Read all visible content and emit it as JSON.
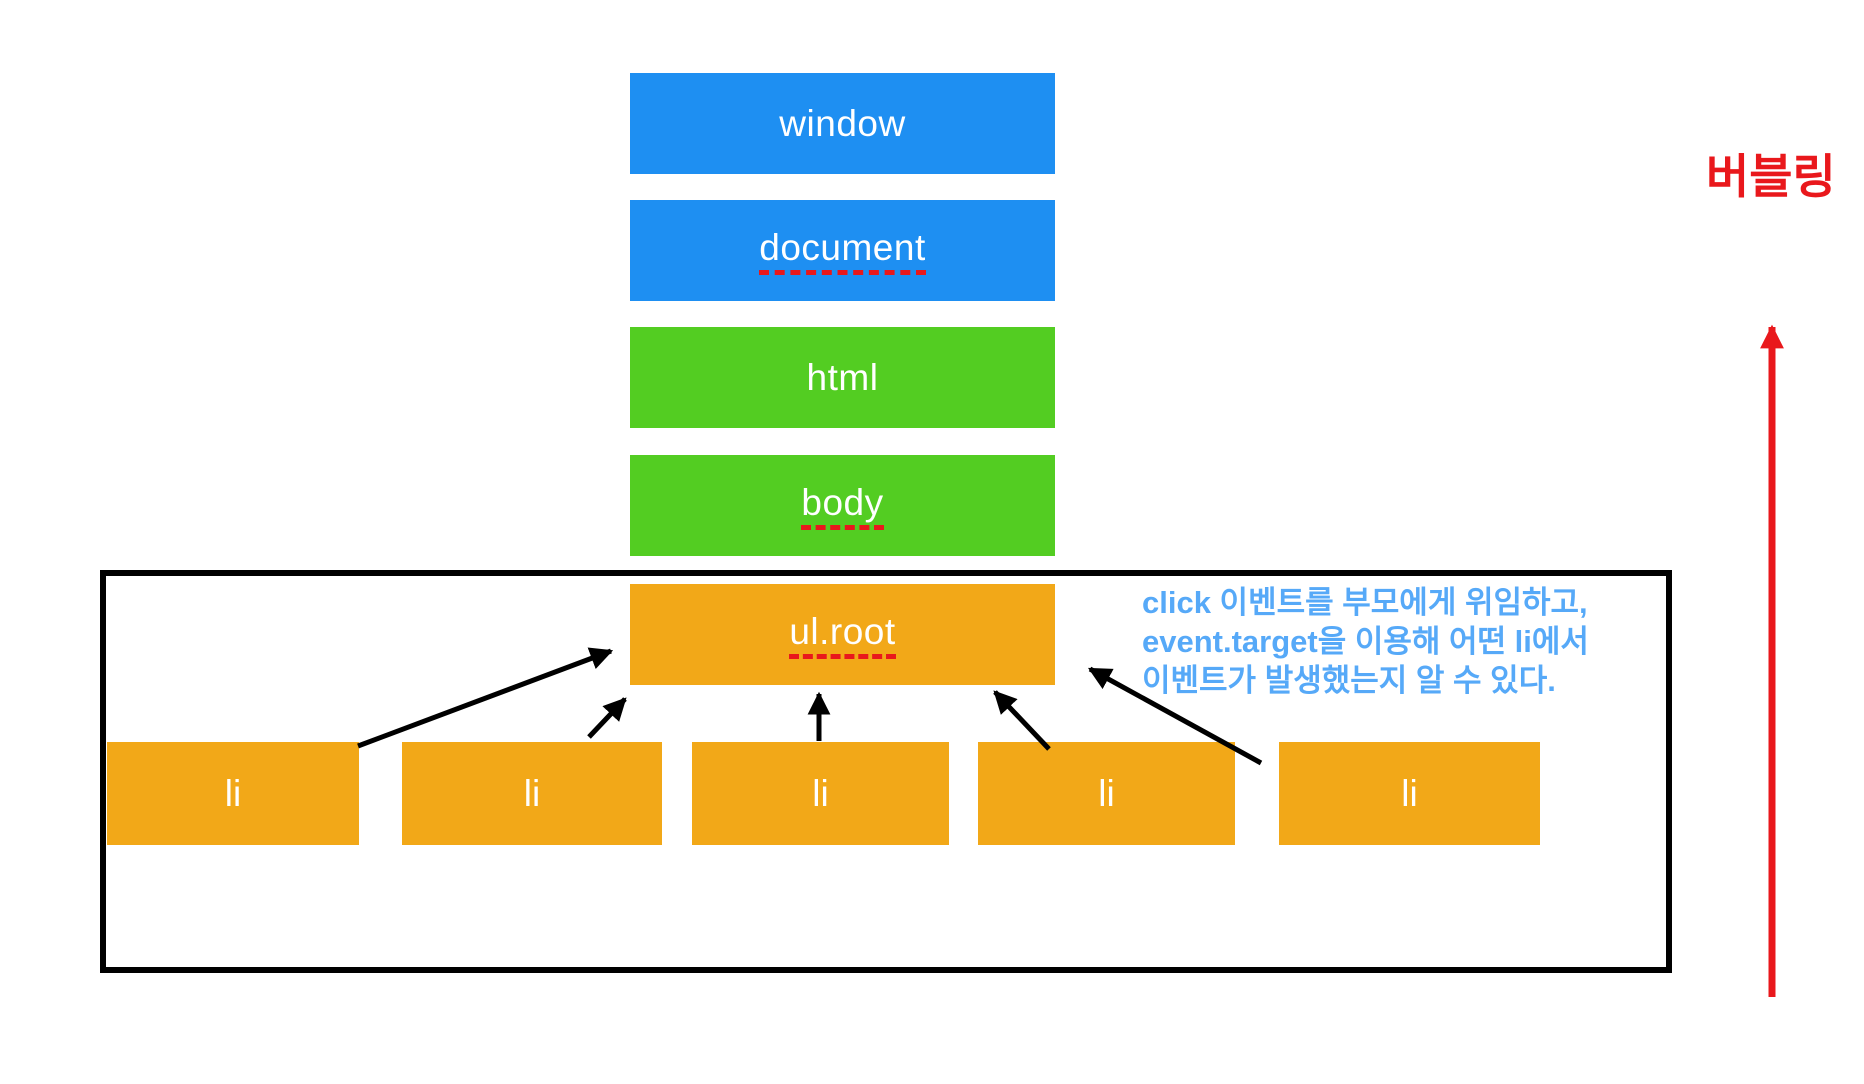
{
  "stack": [
    {
      "label": "window",
      "color_key": "blue",
      "underlined": false
    },
    {
      "label": "document",
      "color_key": "blue",
      "underlined": true
    },
    {
      "label": "html",
      "color_key": "green",
      "underlined": false
    },
    {
      "label": "body",
      "color_key": "green",
      "underlined": true
    },
    {
      "label": "ul.root",
      "color_key": "orange",
      "underlined": true
    }
  ],
  "list_items": [
    {
      "label": "li"
    },
    {
      "label": "li"
    },
    {
      "label": "li"
    },
    {
      "label": "li"
    },
    {
      "label": "li"
    }
  ],
  "annotation": {
    "lines": [
      "click 이벤트를 부모에게 위임하고,",
      "event.target을 이용해 어떤 li에서",
      "이벤트가 발생했는지 알 수 있다."
    ]
  },
  "bubbling_label": "버블링",
  "colors": {
    "blue": "#1e8ff2",
    "green": "#53cd22",
    "orange": "#f2a818",
    "annotation_blue": "#56a9f8",
    "red": "#e9181c",
    "arrow_black": "#000000"
  }
}
